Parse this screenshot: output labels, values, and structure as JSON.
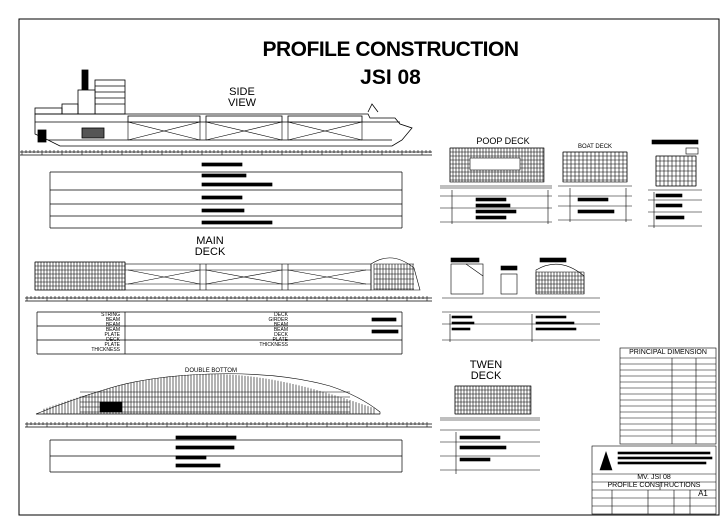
{
  "drawing": {
    "title_line1": "PROFILE CONSTRUCTION",
    "title_line2": "JSI 08",
    "side_view_label": [
      "SIDE",
      "VIEW"
    ],
    "poop_deck_label": "POOP DECK",
    "boat_deck_label": "BOAT DECK",
    "main_deck_label": [
      "MAIN",
      "DECK"
    ],
    "double_bottom_label": "DOUBLE BOTTOM",
    "twen_deck_label": [
      "TWEN",
      "DECK"
    ],
    "principal_dimension_label": "PRINCIPAL DIMENSION",
    "ship_name": "MV. JSI 08",
    "sheet_title": "PROFILE CONSTRUCTIONS",
    "sheet_size": "A1",
    "section_labels_left": [
      "STRING",
      "BEAM",
      "BEAM",
      "BEAM",
      "PLATE",
      "DECK",
      "PLATE",
      "THICKNESS"
    ],
    "section_labels_right": [
      "DECK",
      "GIRDER",
      "BEAM",
      "BEAM",
      "DECK",
      "PLATE",
      "THICKNESS"
    ]
  }
}
